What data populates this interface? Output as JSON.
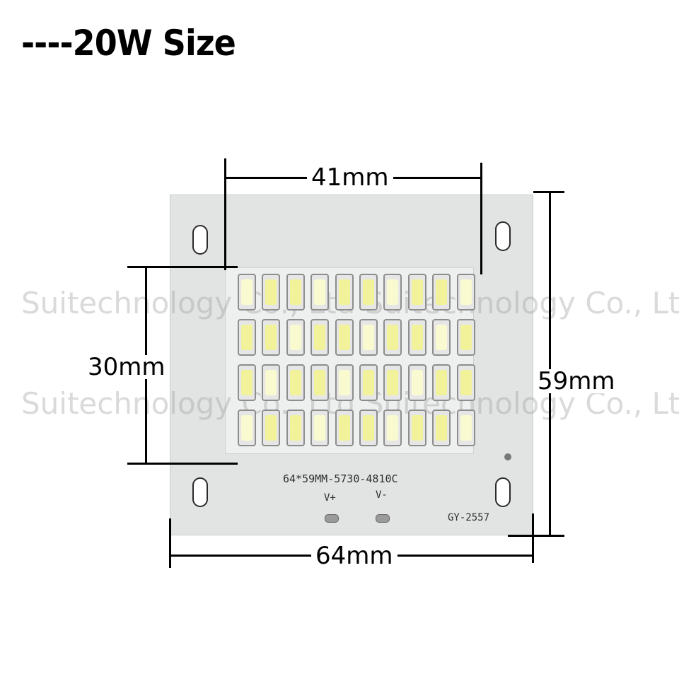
{
  "title": "----20W Size",
  "watermark": "Suitechnology Co., Ltd  Suitechnology Co., Ltd",
  "dimensions": {
    "led_width": "41mm",
    "led_height": "30mm",
    "board_width": "64mm",
    "board_height": "59mm"
  },
  "board": {
    "model_label": "64*59MM-5730-4810C",
    "positive_label": "V+",
    "negative_label": "V-",
    "part_code": "GY-2557"
  },
  "led_grid": {
    "rows": 4,
    "columns": 10
  },
  "colors": {
    "board": "#e2e3e3",
    "led": "#f2f29a",
    "lines": "#000000"
  }
}
